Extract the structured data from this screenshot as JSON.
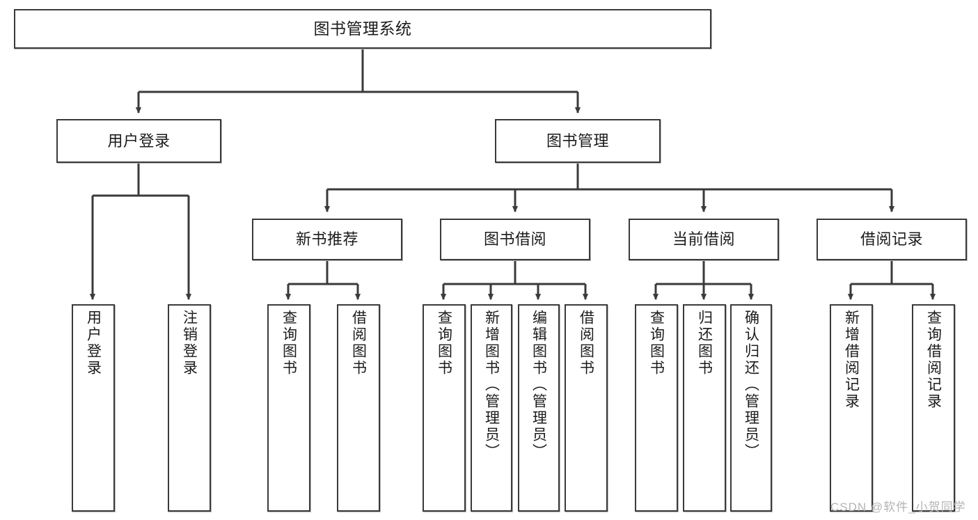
{
  "diagram": {
    "type": "tree-hierarchy-chart",
    "title": "图书管理系统",
    "colors": {
      "stroke": "#3a3a3a",
      "fill": "#ffffff",
      "text": "#1b1b1b",
      "watermark": "#b4b4b4"
    },
    "levels": [
      {
        "level": 1,
        "nodes": [
          "图书管理系统"
        ]
      },
      {
        "level": 2,
        "nodes": [
          "用户登录",
          "图书管理"
        ]
      },
      {
        "level": 3,
        "nodes": [
          "新书推荐",
          "图书借阅",
          "当前借阅",
          "借阅记录"
        ]
      },
      {
        "level": 4,
        "nodes": [
          "用户登录",
          "注销登录",
          "查询图书",
          "借阅图书",
          "查询图书",
          "新增图书（管理员）",
          "编辑图书（管理员）",
          "借阅图书",
          "查询图书",
          "归还图书",
          "确认归还（管理员）",
          "新增借阅记录",
          "查询借阅记录"
        ]
      }
    ],
    "nodes": {
      "root": {
        "label": "图书管理系统"
      },
      "user_login": {
        "label": "用户登录"
      },
      "book_mgmt": {
        "label": "图书管理"
      },
      "new_book_rec": {
        "label": "新书推荐"
      },
      "book_borrow": {
        "label": "图书借阅"
      },
      "current_borrow": {
        "label": "当前借阅"
      },
      "borrow_record": {
        "label": "借阅记录"
      },
      "leaf_user_login": {
        "label": "用户登录"
      },
      "leaf_logout": {
        "label": "注销登录"
      },
      "leaf_query_book_1": {
        "label": "查询图书"
      },
      "leaf_borrow_book_1": {
        "label": "借阅图书"
      },
      "leaf_query_book_2": {
        "label": "查询图书"
      },
      "leaf_add_book_admin": {
        "label": "新增图书（管理员）"
      },
      "leaf_edit_book_admin": {
        "label": "编辑图书（管理员）"
      },
      "leaf_borrow_book_2": {
        "label": "借阅图书"
      },
      "leaf_query_book_3": {
        "label": "查询图书"
      },
      "leaf_return_book": {
        "label": "归还图书"
      },
      "leaf_confirm_return": {
        "label": "确认归还（管理员）"
      },
      "leaf_add_record": {
        "label": "新增借阅记录"
      },
      "leaf_query_record": {
        "label": "查询借阅记录"
      }
    },
    "edges": [
      {
        "from": "root",
        "to": "user_login"
      },
      {
        "from": "root",
        "to": "book_mgmt"
      },
      {
        "from": "user_login",
        "to": "leaf_user_login"
      },
      {
        "from": "user_login",
        "to": "leaf_logout"
      },
      {
        "from": "book_mgmt",
        "to": "new_book_rec"
      },
      {
        "from": "book_mgmt",
        "to": "book_borrow"
      },
      {
        "from": "book_mgmt",
        "to": "current_borrow"
      },
      {
        "from": "book_mgmt",
        "to": "borrow_record"
      },
      {
        "from": "new_book_rec",
        "to": "leaf_query_book_1"
      },
      {
        "from": "new_book_rec",
        "to": "leaf_borrow_book_1"
      },
      {
        "from": "book_borrow",
        "to": "leaf_query_book_2"
      },
      {
        "from": "book_borrow",
        "to": "leaf_add_book_admin"
      },
      {
        "from": "book_borrow",
        "to": "leaf_edit_book_admin"
      },
      {
        "from": "book_borrow",
        "to": "leaf_borrow_book_2"
      },
      {
        "from": "current_borrow",
        "to": "leaf_query_book_3"
      },
      {
        "from": "current_borrow",
        "to": "leaf_return_book"
      },
      {
        "from": "current_borrow",
        "to": "leaf_confirm_return"
      },
      {
        "from": "borrow_record",
        "to": "leaf_add_record"
      },
      {
        "from": "borrow_record",
        "to": "leaf_query_record"
      }
    ]
  },
  "watermark": {
    "text": "CSDN @软件_小贺同学"
  }
}
